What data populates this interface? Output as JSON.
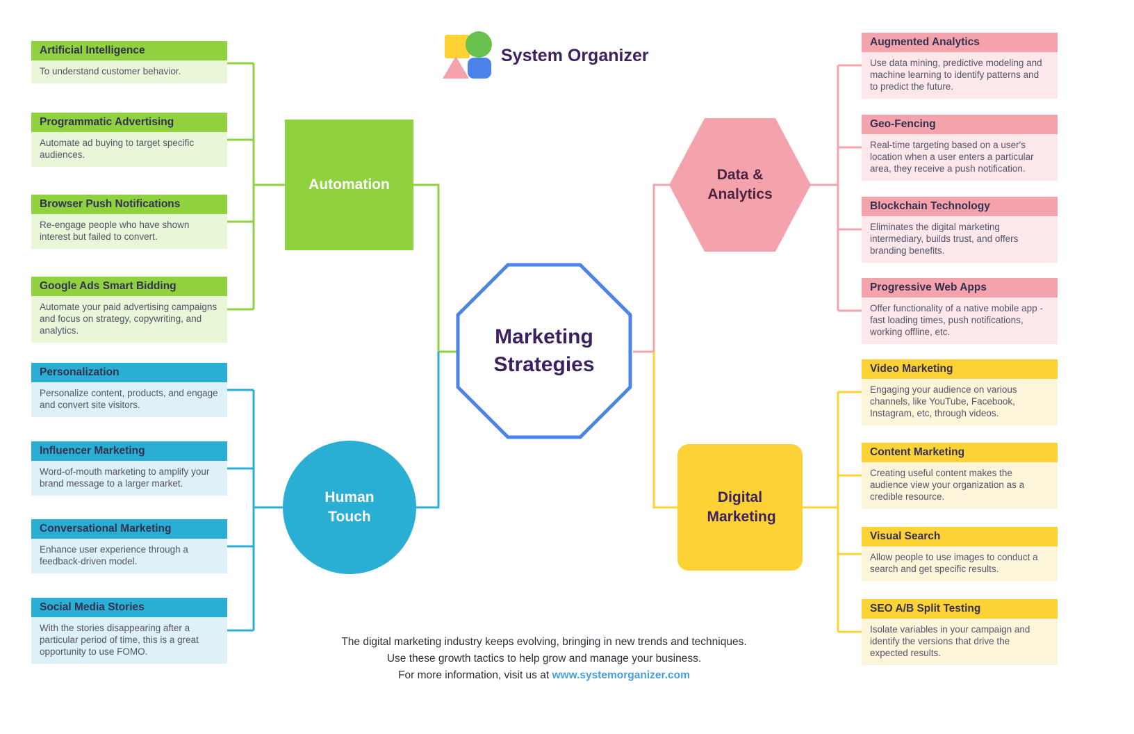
{
  "brand": {
    "name": "System Organizer"
  },
  "center": {
    "title": "Marketing Strategies"
  },
  "colors": {
    "green": "#8fd13f",
    "blue": "#2aaed4",
    "pink": "#f4a3ac",
    "yellow": "#fdd234",
    "octagon_border": "#4c83ea",
    "title_text": "#3b2160",
    "link": "#4a9fd8"
  },
  "branches": {
    "automation": {
      "label": "Automation",
      "items": [
        {
          "title": "Artificial Intelligence",
          "desc": "To understand customer behavior."
        },
        {
          "title": "Programmatic Advertising",
          "desc": "Automate ad buying to target specific audiences."
        },
        {
          "title": "Browser Push Notifications",
          "desc": "Re-engage people who have shown interest but failed to convert."
        },
        {
          "title": "Google Ads Smart Bidding",
          "desc": "Automate your paid advertising campaigns and focus on strategy, copywriting, and analytics."
        }
      ]
    },
    "human_touch": {
      "label": "Human Touch",
      "items": [
        {
          "title": "Personalization",
          "desc": "Personalize content, products, and engage and convert site visitors."
        },
        {
          "title": "Influencer Marketing",
          "desc": "Word-of-mouth marketing to amplify your brand message to a larger market."
        },
        {
          "title": "Conversational Marketing",
          "desc": "Enhance user experience through a feedback-driven model."
        },
        {
          "title": "Social Media Stories",
          "desc": "With the  stories disappearing after a particular period of time, this is a great opportunity to use FOMO."
        }
      ]
    },
    "data_analytics": {
      "label": "Data & Analytics",
      "items": [
        {
          "title": "Augmented Analytics",
          "desc": "Use data mining, predictive modeling and machine learning to identify patterns and to predict the future."
        },
        {
          "title": "Geo-Fencing",
          "desc": "Real-time targeting based on a user's location when a user enters a particular area, they receive a push notification."
        },
        {
          "title": "Blockchain Technology",
          "desc": "Eliminates the digital marketing intermediary, builds trust, and offers branding benefits."
        },
        {
          "title": "Progressive Web Apps",
          "desc": "Offer functionality of a native mobile app - fast loading times, push notifications, working offline, etc."
        }
      ]
    },
    "digital_marketing": {
      "label": "Digital Marketing",
      "items": [
        {
          "title": "Video Marketing",
          "desc": "Engaging your audience on various channels, like YouTube, Facebook, Instagram, etc, through videos."
        },
        {
          "title": "Content Marketing",
          "desc": "Creating useful content makes the audience view your organization as a credible resource."
        },
        {
          "title": "Visual Search",
          "desc": "Allow people to use images to conduct a search and get specific results."
        },
        {
          "title": "SEO A/B Split Testing",
          "desc": "Isolate variables in your campaign and identify the versions that drive the expected results."
        }
      ]
    }
  },
  "footer": {
    "line1": "The digital marketing industry keeps evolving, bringing in new trends and techniques.",
    "line2": "Use these growth tactics to help grow and manage your business.",
    "line3_prefix": "For more information, visit us at ",
    "link_text": "www.systemorganizer.com"
  }
}
